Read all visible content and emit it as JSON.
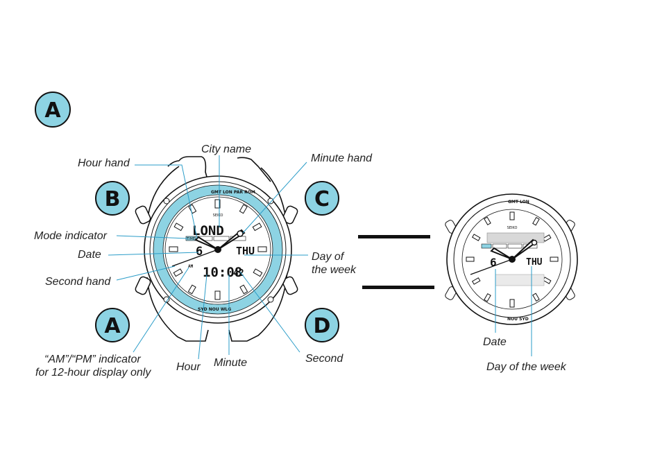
{
  "section_badge": {
    "letter": "A",
    "color": "#8dd3e3"
  },
  "buttons": {
    "b": "B",
    "c": "C",
    "a": "A",
    "d": "D"
  },
  "brand": "SEIKO",
  "display": {
    "city": "LOND",
    "mode": "TIME",
    "date": "6",
    "day": "THU",
    "ampm": "AM",
    "time": "10:08",
    "seconds": "42"
  },
  "labels": {
    "city_name": "City name",
    "hour_hand": "Hour hand",
    "minute_hand": "Minute hand",
    "mode_indicator": "Mode indicator",
    "date": "Date",
    "second_hand": "Second hand",
    "day_of": "Day of",
    "the_week": "the week",
    "ampm_line1": "“AM”/“PM” indicator",
    "ampm_line2": "for 12-hour display only",
    "hour": "Hour",
    "minute": "Minute",
    "second": "Second",
    "small_date": "Date",
    "small_day": "Day of the week"
  },
  "colors": {
    "accent": "#8dd3e3",
    "leader": "#2a9cc8"
  }
}
